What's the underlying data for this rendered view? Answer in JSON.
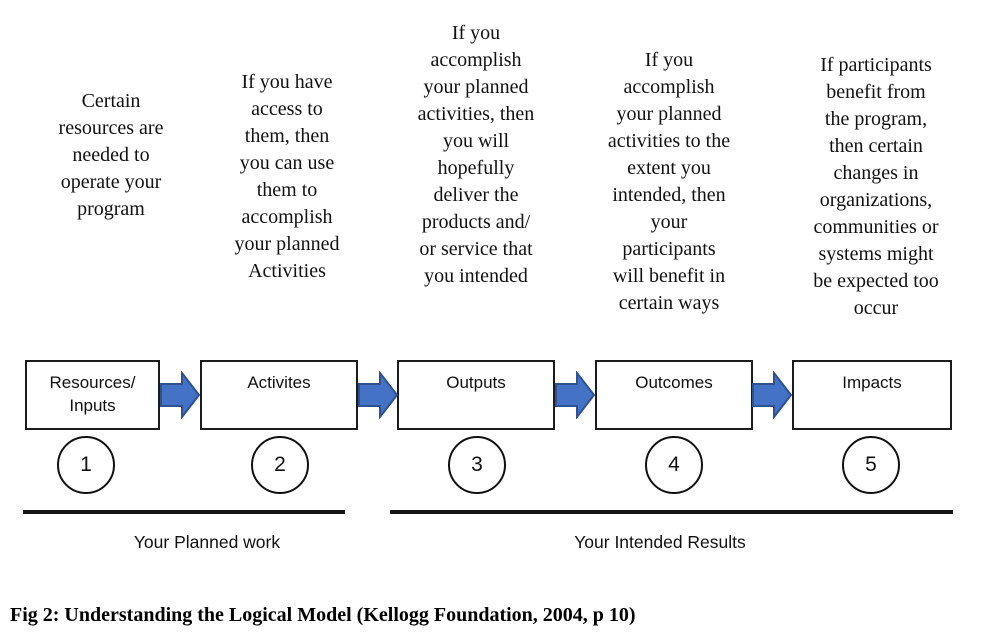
{
  "descriptions": [
    {
      "lines": [
        "Certain",
        "resources are",
        "needed to",
        "operate your",
        "program"
      ]
    },
    {
      "lines": [
        "If you have",
        "access to",
        "them, then",
        "you can use",
        "them to",
        "accomplish",
        "your planned",
        "Activities"
      ]
    },
    {
      "lines": [
        "If you",
        "accomplish",
        "your planned",
        "activities, then",
        "you will",
        "hopefully",
        "deliver the",
        "products and/",
        "or service that",
        "you intended"
      ]
    },
    {
      "lines": [
        "If you",
        "accomplish",
        "your planned",
        "activities to the",
        "extent you",
        "intended, then",
        "your",
        "participants",
        "will benefit in",
        "certain ways"
      ]
    },
    {
      "lines": [
        "If participants",
        "benefit from",
        "the program,",
        "then certain",
        "changes in",
        "organizations,",
        "communities or",
        "systems might",
        "be expected too",
        "occur"
      ]
    }
  ],
  "stages": [
    {
      "label": [
        "Resources/",
        "Inputs"
      ],
      "number": "1"
    },
    {
      "label": [
        "Activites"
      ],
      "number": "2"
    },
    {
      "label": [
        "Outputs"
      ],
      "number": "3"
    },
    {
      "label": [
        "Outcomes"
      ],
      "number": "4"
    },
    {
      "label": [
        "Impacts"
      ],
      "number": "5"
    }
  ],
  "groups": [
    {
      "label": "Your Planned work"
    },
    {
      "label": "Your Intended Results"
    }
  ],
  "caption": "Fig 2: Understanding the Logical Model (Kellogg Foundation, 2004, p 10)",
  "colors": {
    "arrow_fill": "#4472C4",
    "arrow_stroke": "#2F528F"
  }
}
